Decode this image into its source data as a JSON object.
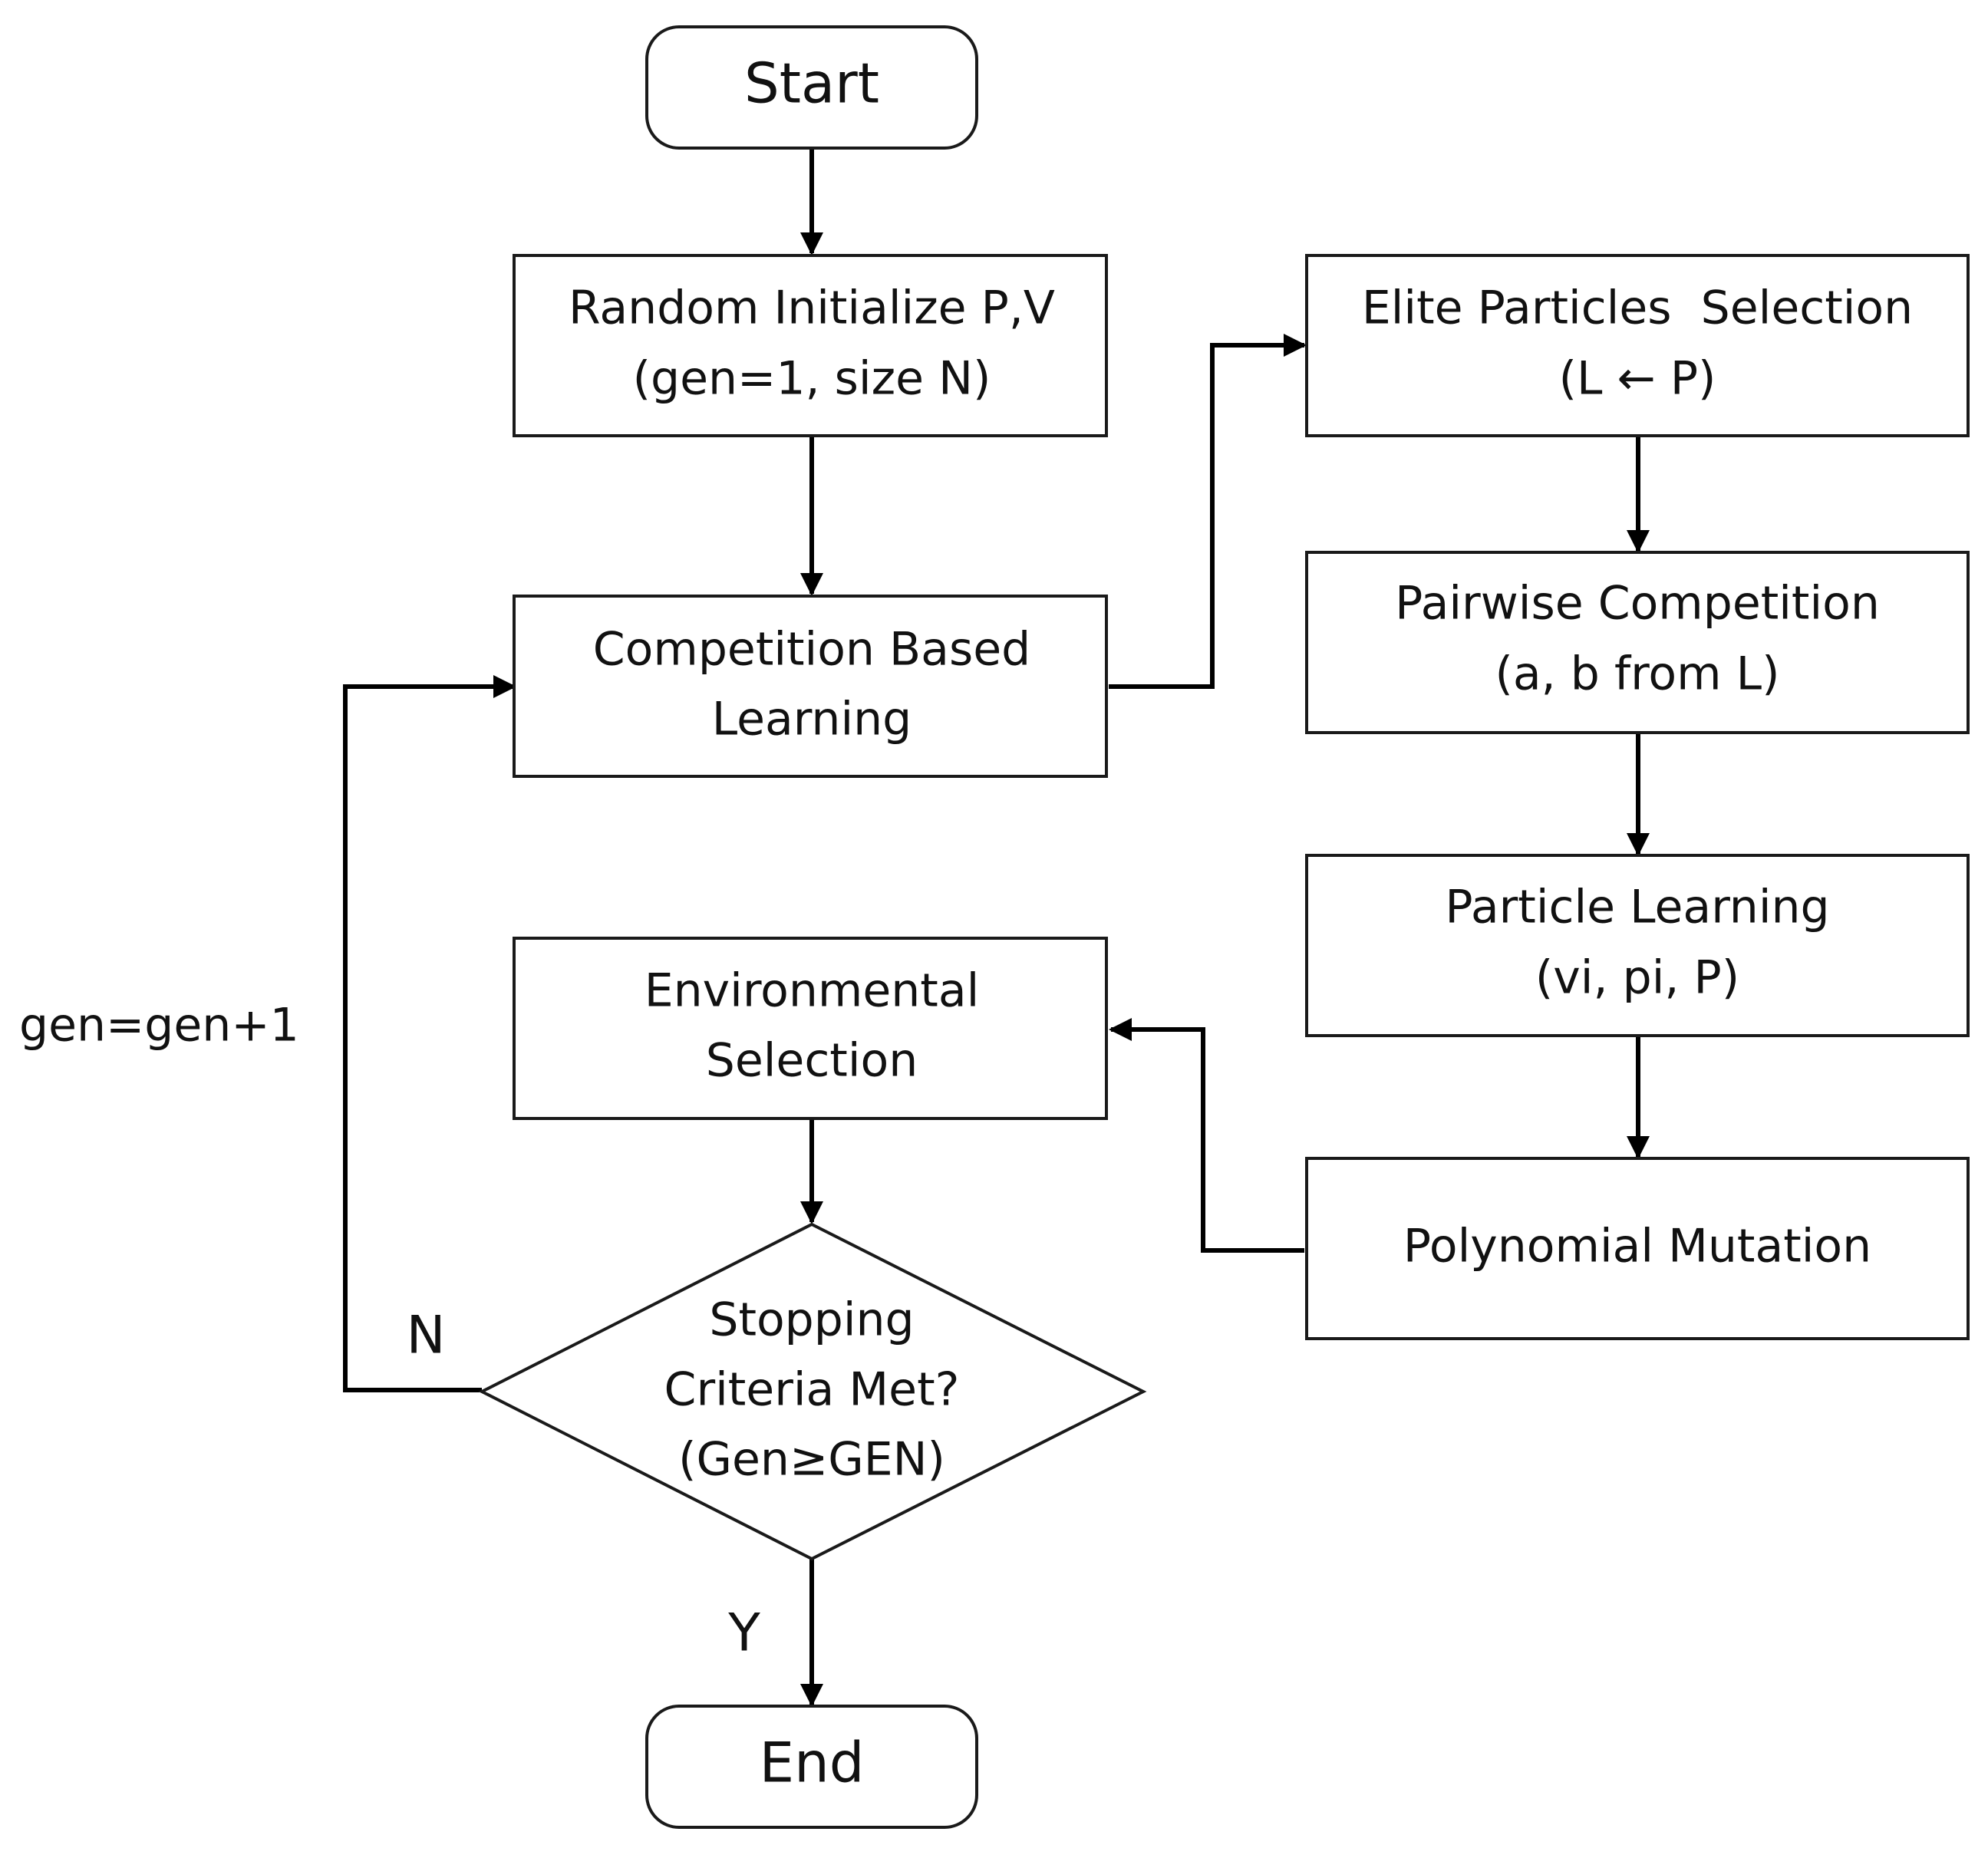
{
  "nodes": {
    "start": {
      "text": "Start"
    },
    "init": {
      "line1": "Random Initialize P,V",
      "line2": "(gen=1, size N)"
    },
    "cbl": {
      "line1": "Competition Based",
      "line2": "Learning"
    },
    "elite": {
      "line1": "Elite Particles  Selection",
      "line2": "(L ← P)"
    },
    "pairwise": {
      "line1": "Pairwise Competition",
      "line2": "(a, b from L)"
    },
    "particle": {
      "line1": "Particle Learning",
      "line2": "(vi, pi, P)"
    },
    "mutation": {
      "text": "Polynomial Mutation"
    },
    "env": {
      "line1": "Environmental",
      "line2": "Selection"
    },
    "decision": {
      "line1": "Stopping",
      "line2": "Criteria Met?",
      "line3": "(Gen≥GEN)"
    },
    "end": {
      "text": "End"
    }
  },
  "edge_labels": {
    "loop": "gen=gen+1",
    "no": "N",
    "yes": "Y"
  }
}
